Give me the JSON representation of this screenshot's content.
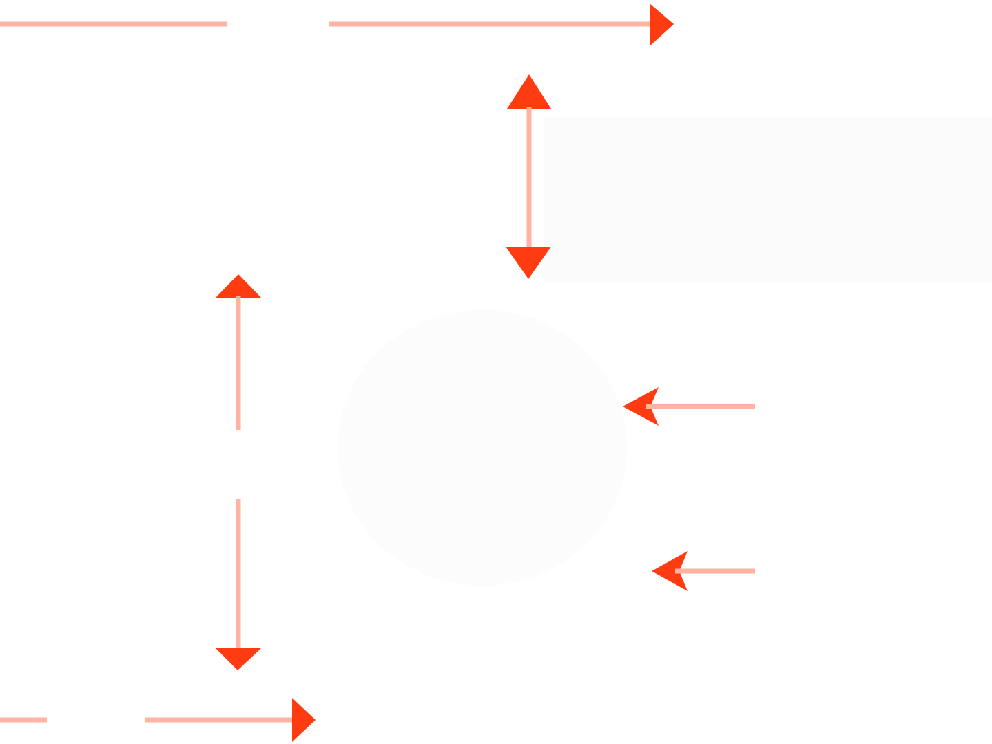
{
  "diagram": {
    "colors": {
      "arrow": "#ff3b12",
      "arrow_glow": "#ffb3a2",
      "background": "#ffffff",
      "faint_text": "#f4f4f4"
    },
    "arrows": [
      {
        "name": "top-horizontal-arrow",
        "kind": "single-headed",
        "direction": "right"
      },
      {
        "name": "upper-vertical-double-arrow",
        "kind": "double-headed",
        "direction": "vertical"
      },
      {
        "name": "left-vertical-double-arrow",
        "kind": "double-headed",
        "direction": "vertical"
      },
      {
        "name": "middle-right-arrow",
        "kind": "single-headed",
        "direction": "left"
      },
      {
        "name": "lower-right-arrow",
        "kind": "single-headed",
        "direction": "left"
      },
      {
        "name": "bottom-horizontal-arrow",
        "kind": "single-headed",
        "direction": "right"
      }
    ]
  }
}
